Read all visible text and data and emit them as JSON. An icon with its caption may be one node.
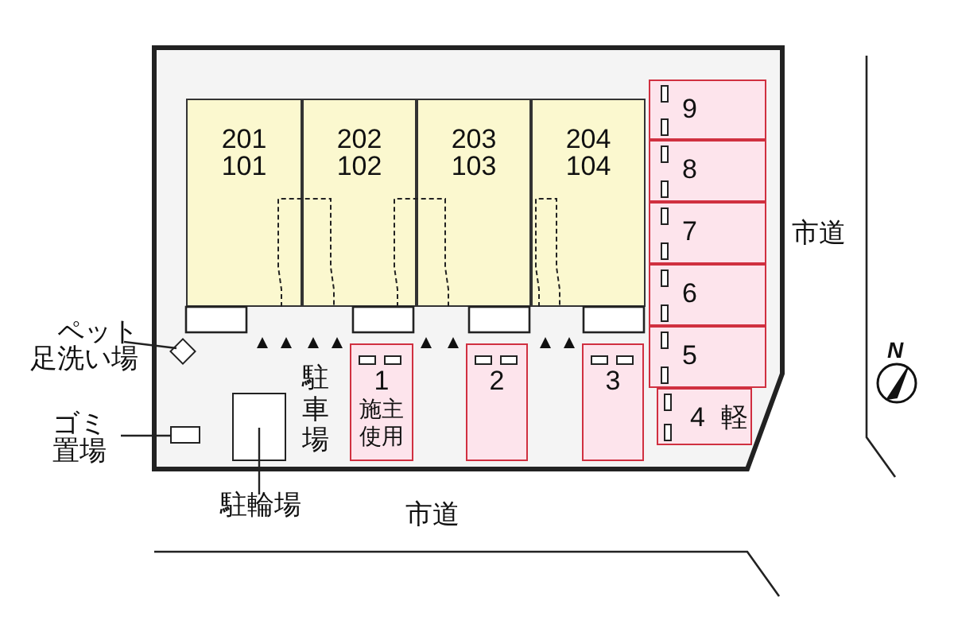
{
  "diagram": {
    "nodes": [
      {
        "text": [],
        "shape": "box"
      },
      {
        "text": [
          "201",
          "101"
        ],
        "in": 0
      },
      {
        "text": [
          "202",
          "102"
        ],
        "in": 0
      },
      {
        "text": [
          "203",
          "103"
        ],
        "in": 0
      },
      {
        "text": [
          "204",
          "104"
        ],
        "in": 0
      },
      {
        "text": [
          "9"
        ],
        "in": 0
      },
      {
        "text": [
          "8"
        ],
        "in": 0
      },
      {
        "text": [
          "7"
        ],
        "in": 0
      },
      {
        "text": [
          "6"
        ],
        "in": 0
      },
      {
        "text": [
          "5"
        ],
        "in": 0
      },
      {
        "text": [
          "1",
          "施主使用"
        ],
        "in": 0
      },
      {
        "text": [
          "2"
        ],
        "in": 0
      },
      {
        "text": [
          "3"
        ],
        "in": 0
      },
      {
        "text": [
          "4",
          "軽"
        ],
        "in": 0
      },
      {
        "text": [
          "ペット足洗い場"
        ]
      },
      {
        "text": [],
        "shape": "diamond",
        "in": 0
      },
      {
        "text": [
          "ゴミ置場"
        ]
      },
      {
        "text": [],
        "shape": "box",
        "in": 0
      },
      {
        "text": [],
        "shape": "box",
        "in": 0
      },
      {
        "text": [
          "駐輪場"
        ]
      }
    ],
    "edges": [
      {
        "from": 14,
        "to": 15,
        "arrow": "none"
      },
      {
        "from": 16,
        "to": 17,
        "arrow": "none"
      },
      {
        "from": 19,
        "to": 18,
        "arrow": "none"
      }
    ],
    "labels": [
      "市道",
      "駐車場",
      "市道",
      "N"
    ]
  }
}
